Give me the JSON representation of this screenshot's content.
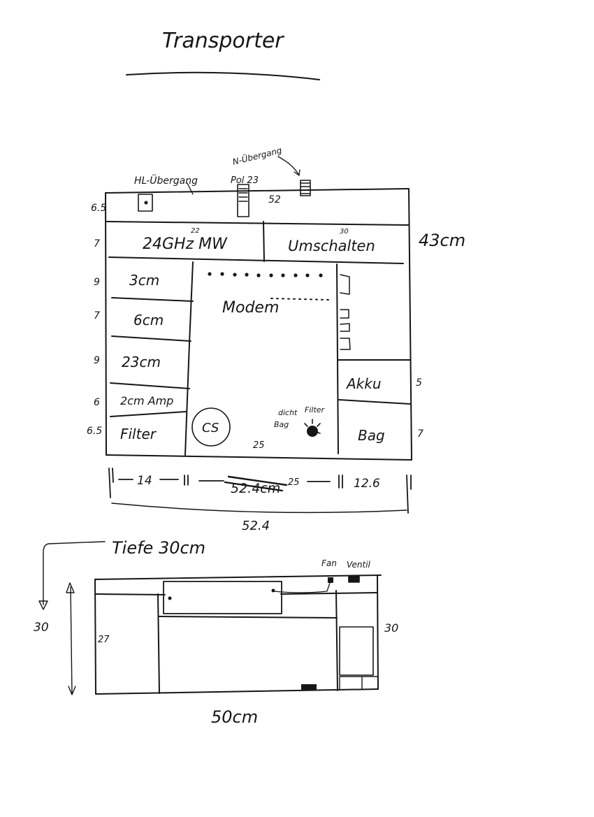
{
  "colors": {
    "ink": "#161616",
    "paper": "#ffffff"
  },
  "title": "Transporter",
  "front_view": {
    "top_bar": {
      "hl_label": "HL-Übergang",
      "n_label": "N-Übergang",
      "pol_label": "Pol 23",
      "width_label": "52"
    },
    "row_heights": {
      "r1": "6.5",
      "r2": "7",
      "r3": "9",
      "r4": "7",
      "r5": "9",
      "r6": "6",
      "r7": "6.5",
      "right_upper": "5",
      "right_lower": "7"
    },
    "total_height": "43cm",
    "cells": {
      "row2_left": "24GHz MW",
      "row2_left_sup": "22",
      "row2_right": "Umschalten",
      "row2_right_sup": "30",
      "left1": "3cm",
      "left2": "6cm",
      "left3": "23cm",
      "left4": "2cm Amp",
      "left5": "Filter",
      "center": "Modem",
      "circle": "CS",
      "center_bottom": "25",
      "filter_label": "Filter",
      "dichtung_label": "dicht",
      "bag_label": "Bag",
      "right_mid": "Akku",
      "right_bottom": "Bag"
    },
    "bottom_dims": {
      "left": "14",
      "middle": "25",
      "right": "12.6",
      "crossed": "52.4cm",
      "total": "52.4"
    }
  },
  "side_view": {
    "depth_label": "Tiefe 30cm",
    "fan_label": "Fan",
    "ventil_label": "Ventil",
    "height_left": "30",
    "height_inner": "27",
    "height_right": "30",
    "width_label": "50cm"
  }
}
